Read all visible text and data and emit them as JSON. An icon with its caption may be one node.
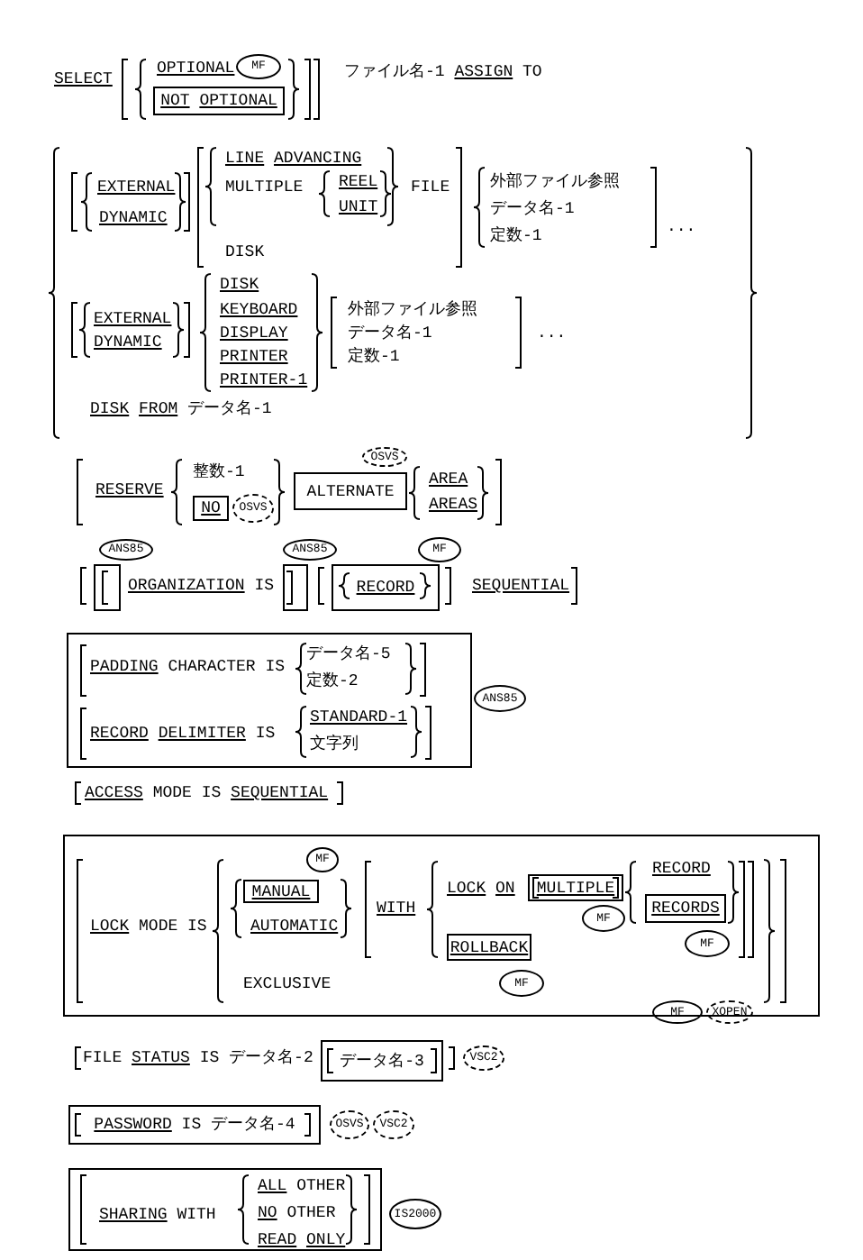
{
  "diagram": {
    "nodes": [
      {
        "text": [
          "MF"
        ]
      },
      {
        "text": [
          "NOT OPTIONAL"
        ]
      },
      {
        "text": [
          "OSVS"
        ]
      },
      {
        "text": [
          "NO"
        ]
      },
      {
        "text": [
          "OSVS"
        ]
      },
      {
        "text": [
          "ALTERNATE"
        ]
      },
      {
        "text": [
          "ANS85"
        ]
      },
      {
        "text": [
          "ANS85"
        ]
      },
      {
        "text": [
          "MF"
        ]
      },
      {
        "text": [],
        "shape": "box"
      },
      {
        "text": [],
        "shape": "box"
      },
      {
        "text": [
          "RECORD"
        ]
      },
      {
        "text": [
          "PADDING CHARACTER IS",
          "データ名-5",
          "定数-2",
          "RECORD DELIMITER IS",
          "STANDARD-1",
          "文字列"
        ]
      },
      {
        "text": [
          "ANS85"
        ]
      },
      {
        "text": [
          "LOCK MODE IS",
          "AUTOMATIC",
          "EXCLUSIVE",
          "WITH",
          "LOCK ON",
          "RECORD"
        ]
      },
      {
        "text": [
          "MF"
        ],
        "in": 14
      },
      {
        "text": [
          "MANUAL"
        ],
        "in": 14
      },
      {
        "text": [
          "MULTIPLE"
        ],
        "in": 14
      },
      {
        "text": [
          "RECORDS"
        ],
        "in": 14
      },
      {
        "text": [
          "MF"
        ],
        "in": 14
      },
      {
        "text": [
          "MF"
        ],
        "in": 14
      },
      {
        "text": [
          "ROLLBACK"
        ],
        "in": 14
      },
      {
        "text": [
          "MF"
        ],
        "in": 14
      },
      {
        "text": [
          "MF"
        ]
      },
      {
        "text": [
          "XOPEN"
        ]
      },
      {
        "text": [
          "データ名-3"
        ]
      },
      {
        "text": [
          "VSC2"
        ]
      },
      {
        "text": [
          "PASSWORD IS データ名-4"
        ]
      },
      {
        "text": [
          "OSVS"
        ]
      },
      {
        "text": [
          "VSC2"
        ]
      },
      {
        "text": [
          "SHARING WITH",
          "ALL OTHER",
          "NO OTHER",
          "READ ONLY"
        ]
      },
      {
        "text": [
          "IS2000"
        ]
      }
    ],
    "labels": [
      "SELECT",
      "OPTIONAL",
      "ファイル名-1 ASSIGN TO",
      "LINE ADVANCING",
      "EXTERNAL",
      "MULTIPLE",
      "REEL",
      "FILE",
      "外部ファイル参照",
      "UNIT",
      "データ名-1",
      "DYNAMIC",
      "...",
      "定数-1",
      "DISK",
      "DISK",
      "KEYBOARD",
      "外部ファイル参照",
      "EXTERNAL",
      "DISPLAY",
      "データ名-1",
      "...",
      "DYNAMIC",
      "PRINTER",
      "定数-1",
      "PRINTER-1",
      "DISK FROM データ名-1",
      "整数-1",
      "AREA",
      "RESERVE",
      "AREAS",
      "ORGANIZATION IS",
      "SEQUENTIAL",
      "ACCESS MODE IS SEQUENTIAL",
      "FILE STATUS IS データ名-2"
    ]
  }
}
